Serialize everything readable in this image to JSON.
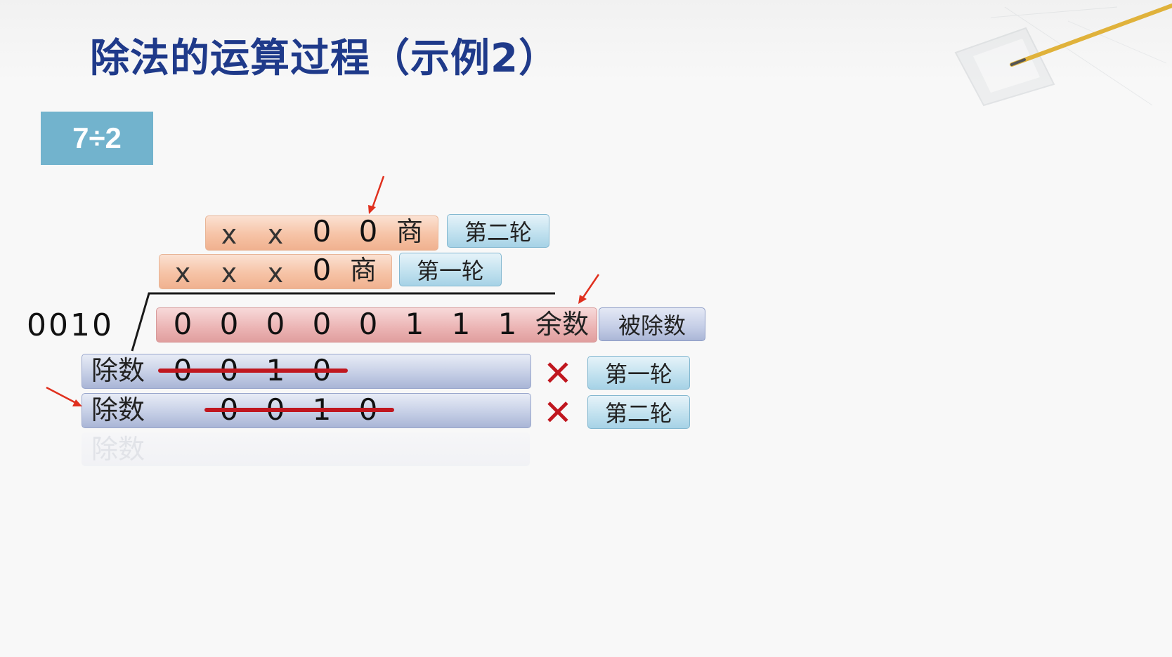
{
  "title": "除法的运算过程（示例2）",
  "example": "7÷2",
  "divisor": "0010",
  "quotient_rounds": [
    {
      "cells": [
        "x",
        "x",
        "0",
        "0"
      ],
      "suffix": "商",
      "tag": "第二轮"
    },
    {
      "cells": [
        "x",
        "x",
        "x",
        "0"
      ],
      "suffix": "商",
      "tag": "第一轮"
    }
  ],
  "dividend": {
    "cells": [
      "0",
      "0",
      "0",
      "0",
      "0",
      "1",
      "1",
      "1"
    ],
    "remainder_label": "余数",
    "tag": "被除数"
  },
  "divisor_rows": [
    {
      "label": "除数",
      "cells": [
        "0",
        "0",
        "1",
        "0"
      ],
      "crossed": true,
      "result": "✕",
      "tag": "第一轮"
    },
    {
      "label": "除数",
      "cells": [
        "0",
        "0",
        "1",
        "0"
      ],
      "crossed": true,
      "result": "✕",
      "tag": "第二轮"
    },
    {
      "label": "除数",
      "cells": [],
      "crossed": false,
      "result": "",
      "tag": ""
    }
  ],
  "colors": {
    "title": "#1f3a8a",
    "badge": "#72b3cd",
    "quotient_bar": "#f6c3a6",
    "remainder_bar": "#ebb3b3",
    "divisor_bar": "#c6cfe6",
    "round_tag": "#bfe0ee",
    "strike": "#c0171f",
    "arrow": "#e0301e"
  },
  "icons": [
    "cross-mark-icon",
    "red-arrow-icon",
    "pencil-icon",
    "ruler-icon"
  ]
}
